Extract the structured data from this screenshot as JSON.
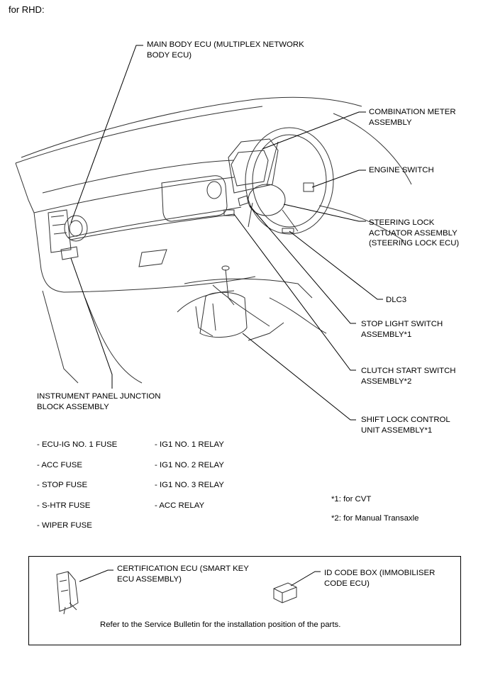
{
  "header": "for RHD:",
  "labels": {
    "main_body_ecu": "MAIN BODY ECU (MULTIPLEX NETWORK\nBODY ECU)",
    "combination_meter": "COMBINATION METER\nASSEMBLY",
    "engine_switch": "ENGINE SWITCH",
    "steering_lock": "STEERING LOCK\nACTUATOR ASSEMBLY\n(STEERING LOCK ECU)",
    "dlc3": "DLC3",
    "stop_light_switch": "STOP LIGHT SWITCH\nASSEMBLY*1",
    "clutch_start_switch": "CLUTCH START SWITCH\nASSEMBLY*2",
    "shift_lock": "SHIFT LOCK CONTROL\nUNIT ASSEMBLY*1",
    "junction_block": "INSTRUMENT PANEL JUNCTION\nBLOCK ASSEMBLY"
  },
  "fuses": [
    "- ECU-IG NO. 1 FUSE",
    "- ACC FUSE",
    "- STOP FUSE",
    "- S-HTR FUSE",
    "- WIPER FUSE"
  ],
  "relays": [
    "- IG1 NO. 1 RELAY",
    "- IG1 NO. 2 RELAY",
    "- IG1 NO. 3 RELAY",
    "- ACC RELAY"
  ],
  "footnotes": [
    "*1: for CVT",
    "*2: for Manual Transaxle"
  ],
  "box": {
    "certification_ecu": "CERTIFICATION ECU (SMART KEY\nECU ASSEMBLY)",
    "id_code_box": "ID CODE BOX (IMMOBILISER\nCODE ECU)",
    "note": "Refer to the Service Bulletin for the installation position of the parts."
  }
}
